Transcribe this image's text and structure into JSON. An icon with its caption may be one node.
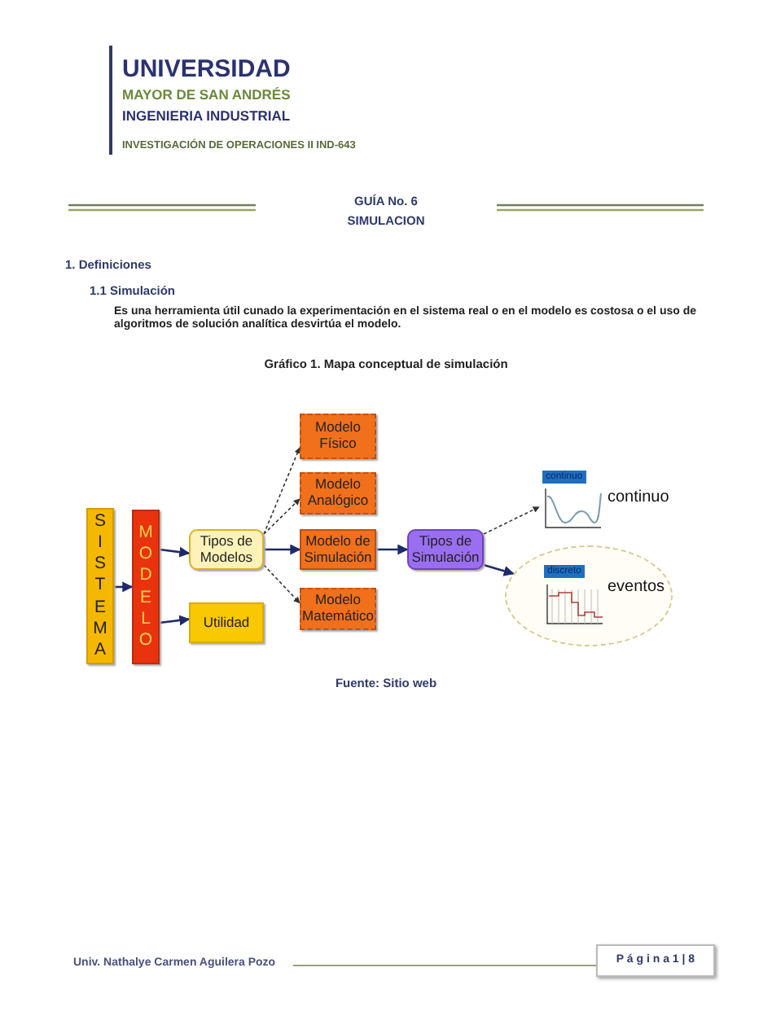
{
  "diagram": {
    "nodes": [
      {
        "text": [
          "SISTEMA"
        ]
      },
      {
        "text": [
          "MODELO"
        ]
      },
      {
        "text": [
          "Tipos de Modelos"
        ]
      },
      {
        "text": [
          "Utilidad"
        ]
      },
      {
        "text": [
          "Modelo Físico"
        ]
      },
      {
        "text": [
          "Modelo Analógico"
        ]
      },
      {
        "text": [
          "Modelo de Simulación"
        ]
      },
      {
        "text": [
          "Modelo Matemático"
        ]
      },
      {
        "text": [
          "Tipos de Simulación"
        ]
      },
      {
        "text": [
          "continuo"
        ],
        "beside": [
          "continuo"
        ]
      },
      {
        "text": [
          "discreto",
          "eventos"
        ]
      }
    ],
    "edges": [
      {
        "from": 0,
        "to": 1,
        "arrow": "to"
      },
      {
        "from": 1,
        "to": 2,
        "arrow": "to"
      },
      {
        "from": 1,
        "to": 3,
        "arrow": "to"
      },
      {
        "from": 2,
        "to": 4,
        "arrow": "to",
        "style": "dashed"
      },
      {
        "from": 2,
        "to": 5,
        "arrow": "to",
        "style": "dashed"
      },
      {
        "from": 2,
        "to": 6,
        "arrow": "to"
      },
      {
        "from": 2,
        "to": 7,
        "arrow": "to",
        "style": "dashed"
      },
      {
        "from": 6,
        "to": 8,
        "arrow": "to"
      },
      {
        "from": 8,
        "to": 9,
        "arrow": "to",
        "style": "dashed"
      },
      {
        "from": 8,
        "to": 10,
        "arrow": "to"
      }
    ],
    "labels": [
      "UNIVERSIDAD",
      "MAYOR DE SAN ANDRÉS",
      "INGENIERIA INDUSTRIAL",
      "INVESTIGACIÓN DE OPERACIONES II IND-643",
      "GUÍA No. 6",
      "SIMULACION",
      "1. Definiciones",
      "1.1 Simulación",
      "Es una herramienta útil cunado la experimentación en el sistema real o en el modelo es costosa o el uso de algoritmos de solución analítica desvirtúa el modelo.",
      "Gráfico 1. Mapa conceptual de simulación",
      "Fuente: Sitio web",
      "Univ. Nathalye Carmen Aguilera Pozo",
      "P á g i n a 1 | 8"
    ]
  }
}
